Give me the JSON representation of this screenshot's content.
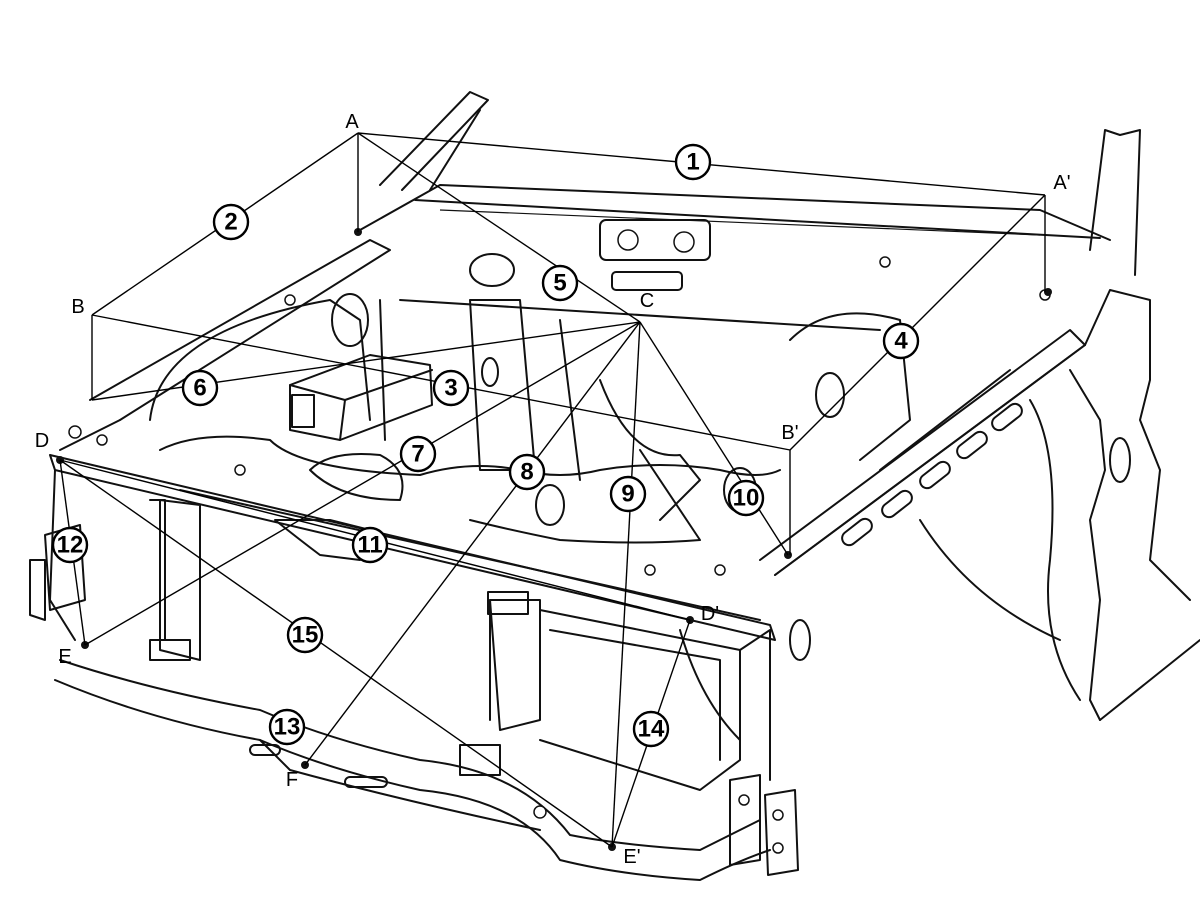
{
  "callouts": {
    "c1": "1",
    "c2": "2",
    "c3": "3",
    "c4": "4",
    "c5": "5",
    "c6": "6",
    "c7": "7",
    "c8": "8",
    "c9": "9",
    "c10": "10",
    "c11": "11",
    "c12": "12",
    "c13": "13",
    "c14": "14",
    "c15": "15"
  },
  "points": {
    "A": "A",
    "A_prime": "A'",
    "B": "B",
    "B_prime": "B'",
    "C": "C",
    "D": "D",
    "D_prime": "D'",
    "E": "E",
    "E_prime": "E'",
    "F": "F"
  }
}
